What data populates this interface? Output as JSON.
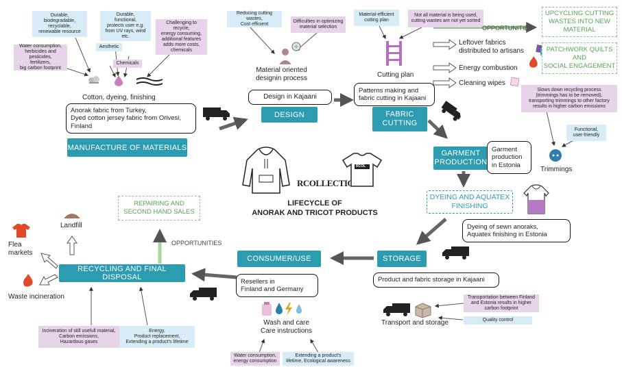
{
  "stages": {
    "manufacture": "MANUFACTURE OF MATERIALS",
    "design": "DESIGN",
    "fabric_cutting": "FABRIC\nCUTTING",
    "garment_production": "GARMENT\nPRODUCTION",
    "dyeing": "DYEING AND AQUATEX\nFINISHING",
    "storage": "STORAGE",
    "consumer": "CONSUMER/USE",
    "recycling": "RECYCLING AND FINAL DISPOSAL"
  },
  "boxes": {
    "anorak_fabric": "Anorak fabric from Turkey,\nDyed cotton jersey fabric from Orivesi,\nFinland",
    "design_kajaani": "Design in Kajaani",
    "patterns": "Patterns making and\nfabric cutting in Kajaani",
    "garment_estonia": "Garment\nproduction\nin Estonia",
    "dyeing_estonia": "Dyeing of sewn anoraks,\nAquatex finishing in Estonia",
    "storage_kajaani": "Product and fabric storage in Kajaani",
    "resellers": "Resellers in\nFinland and Germany"
  },
  "labels": {
    "cotton_dyeing": "Cotton, dyeing, finishing",
    "material_design": "Material oriented\ndesignin process",
    "cutting_plan": "Cutting plan",
    "trimmings": "Trimmings",
    "landfill": "Landfill",
    "flea": "Flea\nmarkets",
    "waste_incineration": "Waste incineration",
    "wash_care": "Wash and care\nCare instructions",
    "transport_storage": "Transport and storage",
    "opportunities_top": "OPPORTUNITIES",
    "opportunities_left": "OPPORTUNITIES",
    "leftover": "Leftover fabrics\ndistributed to artisans",
    "energy_combustion": "Energy combustion",
    "cleaning_wipes": "Cleaning wipes",
    "center_title": "LIFECYCLE OF\nANORAK AND TRICOT PRODUCTS",
    "logo": "RCOLLECTION",
    "tshirt_logo": "RCOL"
  },
  "opportunity_boxes": {
    "upcycling": "UPCYCLING CUTTING\nWASTES INTO NEW\nMATERIAL",
    "patchwork": "PATCHWORK QUILTS\nAND\nSOCIAL ENGAGEMENT",
    "repairing": "REPAIRING AND\nSECOND HAND SALES"
  },
  "notes": {
    "durable_bio": "Durable,\nbiodegradable,\nrecyclable,\nrenewable resource",
    "durable_func": "Durable,\nfunctional,\nprotects user e.g.\nfrom UV rays, wind etc.",
    "challenging": "Challenging to recycle,\nenergy consuming,\nadditional features\nadds more costs,\nchemicals",
    "water_cons": "Water consumption,\nherbicides and pesticides,\nfertilizers,\nbig carbon footprint",
    "aesthetic": "Aesthetic",
    "chemicals": "Chemicals",
    "reducing": "Reducing cutting wastes,\nCost efficient",
    "difficulties": "Difficulties in optimizing\nmaterial selection",
    "material_eff": "Material-efficient\ncutting plan",
    "not_all": "Not all material is being used,\ncutting wastes are not yet sorted",
    "slows": "Slows down recycling process\n(trimmings has to be removed),\ntransporting trimmings to other factory\nresults in higher carbon emissions",
    "functional": "Functional,\nuser-friendly",
    "transport_fe": "Transportation between Finland\nand Estonia results in higher\ncarbon footprint",
    "quality": "Quality control",
    "incineration": "Incineration of still usefull material,\nCarbon emissions,\nHazardous gases",
    "energy_prod": "Energy,\nProduct replacement,\nExtending a product's lifetime",
    "water_energy": "Water consumption,\nenergy consumption",
    "extending": "Extending a product's\nlifetime, Ecological awareness"
  },
  "colors": {
    "stage": "#2e9cb0",
    "note_blue": "#d7ecf6",
    "note_pink": "#e7d4ea",
    "opportunity_green": "#8cc48c",
    "flow_arrow": "#666666"
  }
}
